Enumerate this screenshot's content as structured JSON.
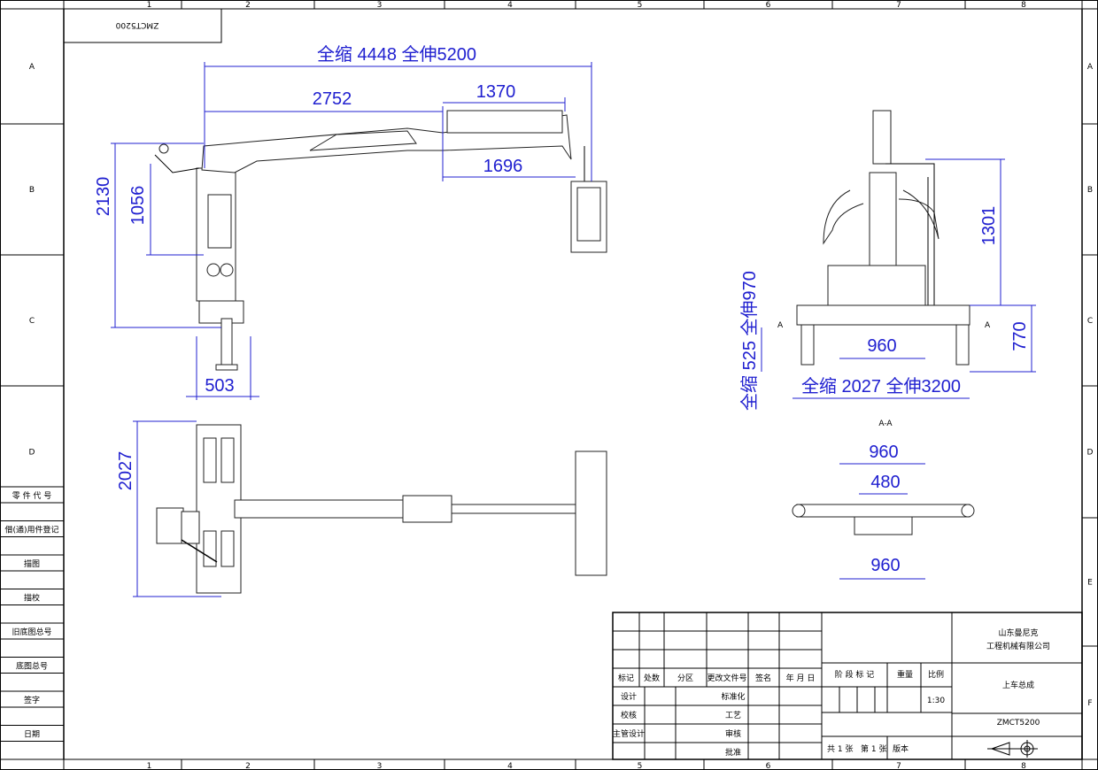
{
  "drawing_number_box": "ZMCT5200",
  "grid": {
    "columns": [
      "1",
      "2",
      "3",
      "4",
      "5",
      "6",
      "7",
      "8"
    ],
    "rows": [
      "A",
      "B",
      "C",
      "D",
      "E",
      "F"
    ]
  },
  "side_strip": [
    "零 件 代 号",
    "借(通)用件登记",
    "描图",
    "描校",
    "旧底图总号",
    "底图总号",
    "签字",
    "日期"
  ],
  "dimensions": {
    "total_length": "全缩 4448 全伸5200",
    "boom1": "2752",
    "boom2": "1370",
    "boom3": "1696",
    "height_total": "2130",
    "height_arm": "1056",
    "base_width": "503",
    "plan_width": "2027",
    "side_height": "1301",
    "leg_height": "770",
    "leg_stroke": "全缩 525 全伸970",
    "outrigger_inner": "960",
    "outrigger_span": "全缩 2027 全伸3200",
    "section_label": "A-A",
    "section_top": "960",
    "section_mid": "480",
    "section_bottom": "960",
    "section_marker": "A"
  },
  "title_block": {
    "company_line1": "山东曼尼克",
    "company_line2": "工程机械有限公司",
    "drawing_title": "上车总成",
    "drawing_code": "ZMCT5200",
    "headers": [
      "标记",
      "处数",
      "分区",
      "更改文件号",
      "签名",
      "年 月 日"
    ],
    "roles": [
      "设计",
      "校核",
      "主管设计",
      ""
    ],
    "roles_mid": [
      "标准化",
      "工艺",
      "审核",
      "批准"
    ],
    "stage_label": "阶 段 标 记",
    "weight_label": "重量",
    "scale_label": "比例",
    "scale_value": "1:30",
    "sheets_total": "共 1 张",
    "sheet_no": "第 1 张",
    "version_label": "版本"
  },
  "colors": {
    "dimension": "#2020d0",
    "line": "#000000"
  }
}
